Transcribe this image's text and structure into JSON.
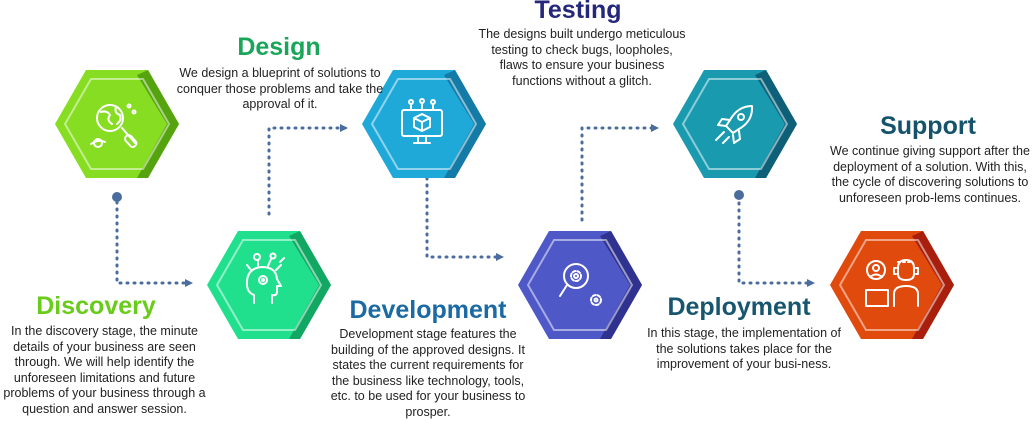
{
  "colors": {
    "connector": "#4a6d9e",
    "icon_stroke": "#ffffff"
  },
  "stages": [
    {
      "key": "discovery",
      "title": "Discovery",
      "description": "In the discovery stage, the minute details of your business are seen through. We will help identify the unforeseen limitations and future problems of your business through a question and answer session.",
      "color_light": "#86dd21",
      "color_dark": "#55a40f",
      "title_color": "#69cb1a",
      "icon": "globe-magnifier-icon"
    },
    {
      "key": "design",
      "title": "Design",
      "description": "We design a blueprint of solutions to conquer those problems and take the approval of it.",
      "color_light": "#21e08d",
      "color_dark": "#12a863",
      "title_color": "#19a65a",
      "icon": "head-ideas-icon"
    },
    {
      "key": "development",
      "title": "Development",
      "description": "Development stage features the building of the approved designs. It states the current requirements for the business like technology, tools, etc. to be used for your business to prosper.",
      "color_light": "#1fa9d9",
      "color_dark": "#147aa6",
      "title_color": "#1b6aa3",
      "icon": "monitor-cube-icon"
    },
    {
      "key": "testing",
      "title": "Testing",
      "description": "The designs built undergo meticulous testing to check bugs, loopholes, flaws to ensure your business functions without a glitch.",
      "color_light": "#4e58c7",
      "color_dark": "#2f328e",
      "title_color": "#25277a",
      "icon": "magnifier-gears-icon"
    },
    {
      "key": "deployment",
      "title": "Deployment",
      "description": "In this stage, the implementation of the solutions takes place for the improvement of your busi-ness.",
      "color_light": "#1a9aaf",
      "color_dark": "#0d6077",
      "title_color": "#17566e",
      "icon": "rocket-icon"
    },
    {
      "key": "support",
      "title": "Support",
      "description": "We continue giving support after the deployment of a solution. With this, the cycle of discovering solutions to unforeseen prob-lems continues.",
      "color_light": "#e04a0d",
      "color_dark": "#a8200d",
      "title_color": "#14536b",
      "icon": "support-agent-icon"
    }
  ]
}
